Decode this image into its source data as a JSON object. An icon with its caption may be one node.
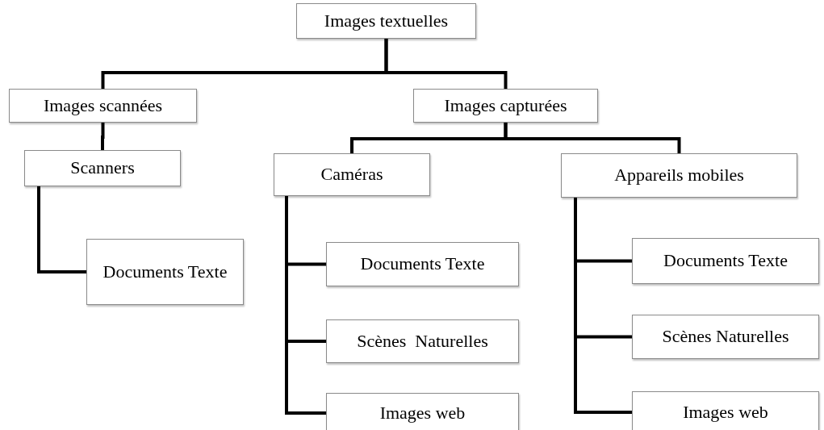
{
  "diagram": {
    "nodes": [
      {
        "text": [
          "Images textuelles"
        ]
      },
      {
        "text": [
          "Images scannées"
        ]
      },
      {
        "text": [
          "Images capturées"
        ]
      },
      {
        "text": [
          "Scanners"
        ]
      },
      {
        "text": [
          "Documents Texte"
        ]
      },
      {
        "text": [
          "Caméras"
        ]
      },
      {
        "text": [
          "Appareils mobiles"
        ]
      },
      {
        "text": [
          "Documents Texte"
        ]
      },
      {
        "text": [
          "Scènes  Naturelles"
        ]
      },
      {
        "text": [
          "Images web"
        ]
      },
      {
        "text": [
          "Documents Texte"
        ]
      },
      {
        "text": [
          "Scènes Naturelles"
        ]
      },
      {
        "text": [
          "Images web"
        ]
      }
    ],
    "edges": [
      {
        "from": 0,
        "to": 1,
        "arrow": "none"
      },
      {
        "from": 0,
        "to": 2,
        "arrow": "none"
      },
      {
        "from": 1,
        "to": 3,
        "arrow": "none"
      },
      {
        "from": 3,
        "to": 4,
        "arrow": "none"
      },
      {
        "from": 2,
        "to": 5,
        "arrow": "none"
      },
      {
        "from": 2,
        "to": 6,
        "arrow": "none"
      },
      {
        "from": 5,
        "to": 7,
        "arrow": "none"
      },
      {
        "from": 5,
        "to": 8,
        "arrow": "none"
      },
      {
        "from": 5,
        "to": 9,
        "arrow": "none"
      },
      {
        "from": 6,
        "to": 10,
        "arrow": "none"
      },
      {
        "from": 6,
        "to": 11,
        "arrow": "none"
      },
      {
        "from": 6,
        "to": 12,
        "arrow": "none"
      }
    ]
  }
}
